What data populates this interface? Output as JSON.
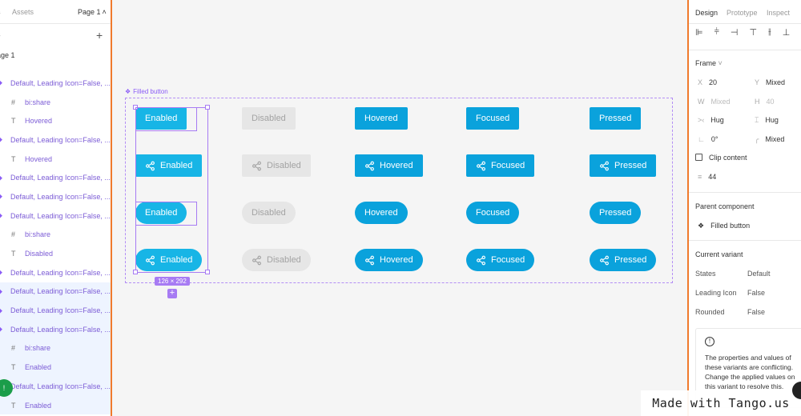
{
  "left_panel": {
    "tabs": {
      "layers": "s",
      "assets": "Assets",
      "page": "Page 1"
    },
    "pages_label": "s",
    "page_item": "age 1",
    "layers": [
      {
        "kind": "variant",
        "icon": "◆",
        "label": "Default, Leading Icon=False, ..."
      },
      {
        "kind": "child",
        "icon": "#",
        "label": "bi:share"
      },
      {
        "kind": "child",
        "icon": "T",
        "label": "Hovered"
      },
      {
        "kind": "variant",
        "icon": "◆",
        "label": "Default, Leading Icon=False, ..."
      },
      {
        "kind": "child",
        "icon": "T",
        "label": "Hovered"
      },
      {
        "kind": "variant",
        "icon": "◆",
        "label": "Default, Leading Icon=False, ..."
      },
      {
        "kind": "variant",
        "icon": "◆",
        "label": "Default, Leading Icon=False, ..."
      },
      {
        "kind": "variant",
        "icon": "◆",
        "label": "Default, Leading Icon=False, ..."
      },
      {
        "kind": "child",
        "icon": "#",
        "label": "bi:share"
      },
      {
        "kind": "child",
        "icon": "T",
        "label": "Disabled"
      },
      {
        "kind": "variant",
        "icon": "◆",
        "label": "Default, Leading Icon=False, ..."
      },
      {
        "kind": "variant",
        "icon": "◆",
        "label": "Default, Leading Icon=False, ...",
        "selected": true
      },
      {
        "kind": "variant",
        "icon": "◆",
        "label": "Default, Leading Icon=False, ...",
        "selected": true
      },
      {
        "kind": "variant",
        "icon": "◆",
        "label": "Default, Leading Icon=False, ...",
        "selected": true
      },
      {
        "kind": "child",
        "icon": "#",
        "label": "bi:share",
        "selected": true
      },
      {
        "kind": "child",
        "icon": "T",
        "label": "Enabled",
        "selected": true
      },
      {
        "kind": "variant",
        "icon": "◆",
        "label": "Default, Leading Icon=False, ...",
        "selected": true
      },
      {
        "kind": "child",
        "icon": "T",
        "label": "Enabled",
        "selected": true
      }
    ],
    "badge": "!"
  },
  "canvas": {
    "frame_label": "Filled button",
    "size_badge": "126 × 292",
    "add_badge": "+",
    "rows": [
      [
        "Enabled",
        "Disabled",
        "Hovered",
        "Focused",
        "Pressed"
      ],
      [
        "Enabled",
        "Disabled",
        "Hovered",
        "Focused",
        "Pressed"
      ],
      [
        "Enabled",
        "Disabled",
        "Hovered",
        "Focused",
        "Pressed"
      ],
      [
        "Enabled",
        "Disabled",
        "Hovered",
        "Focused",
        "Pressed"
      ]
    ],
    "colors": {
      "primary": "#0aa2dc",
      "enabled": "#17b5e6",
      "disabled_bg": "#e6e6e6",
      "selection": "#a77bf3"
    }
  },
  "right_panel": {
    "tabs": {
      "design": "Design",
      "prototype": "Prototype",
      "inspect": "Inspect"
    },
    "frame_title": "Frame",
    "x": {
      "k": "X",
      "v": "20"
    },
    "y": {
      "k": "Y",
      "v": "Mixed"
    },
    "w": {
      "k": "W",
      "v": "Mixed"
    },
    "h": {
      "k": "H",
      "v": "40"
    },
    "hug_w": {
      "k": ">‹",
      "v": "Hug"
    },
    "hug_h": {
      "k": "⌶",
      "v": "Hug"
    },
    "rotation": {
      "k": "∟",
      "v": "0°"
    },
    "radius": {
      "k": "╭",
      "v": "Mixed"
    },
    "clip_content": "Clip content",
    "gap": {
      "k": "≡",
      "v": "44"
    },
    "parent_title": "Parent component",
    "parent_value": "Filled button",
    "variant_title": "Current variant",
    "variant_props": [
      {
        "k": "States",
        "v": "Default"
      },
      {
        "k": "Leading Icon",
        "v": "False"
      },
      {
        "k": "Rounded",
        "v": "False"
      }
    ],
    "warning_icon": "!",
    "warning": "The properties and values of these variants are conflicting. Change the applied values on this variant to resolve this."
  },
  "watermark": "Made with Tango.us"
}
